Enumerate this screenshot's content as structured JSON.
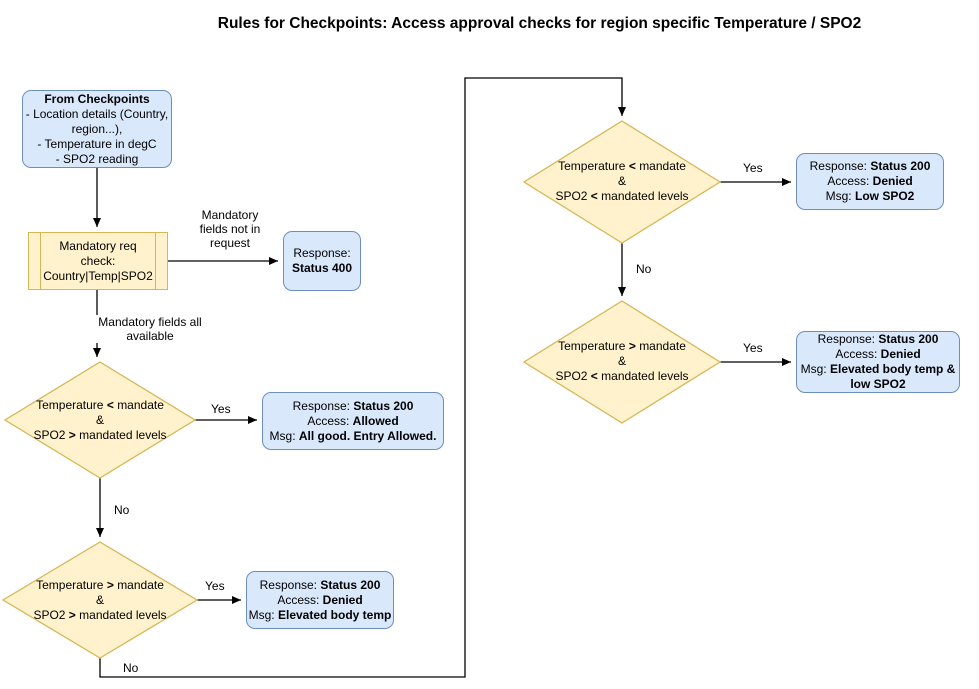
{
  "title": "Rules for Checkpoints:  Access approval checks for region specific Temperature / SPO2",
  "colors": {
    "blue_fill": "#dae8fc",
    "blue_border": "#6c8ebf",
    "yellow_fill": "#fff2cc",
    "yellow_border": "#d6b656",
    "line": "#000000",
    "text": "#000000"
  },
  "nodes": {
    "start": {
      "heading": "From Checkpoints",
      "line1": "- Location details (Country,",
      "line2": "region...),",
      "line3": "- Temperature in degC",
      "line4": "- SPO2 reading"
    },
    "mandatory_check": {
      "line1": "Mandatory req",
      "line2": "check:",
      "line3": "Country|Temp|SPO2"
    },
    "resp_400": {
      "label": "Response:",
      "status": "Status 400"
    },
    "d1": {
      "p1": "Temperature",
      "op1": "<",
      "s1": "mandate",
      "amp": "&",
      "p2": "SPO2",
      "op2": ">",
      "s2": "mandated levels"
    },
    "d2": {
      "p1": "Temperature",
      "op1": ">",
      "s1": "mandate",
      "amp": "&",
      "p2": "SPO2",
      "op2": ">",
      "s2": "mandated levels"
    },
    "d3": {
      "p1": "Temperature",
      "op1": "<",
      "s1": "mandate",
      "amp": "&",
      "p2": "SPO2",
      "op2": "<",
      "s2": "mandated levels"
    },
    "d4": {
      "p1": "Temperature",
      "op1": ">",
      "s1": "mandate",
      "amp": "&",
      "p2": "SPO2",
      "op2": "<",
      "s2": "mandated levels"
    },
    "resp_allowed": {
      "resp_label": "Response:",
      "status": "Status 200",
      "access_label": "Access:",
      "access": "Allowed",
      "msg_label": "Msg:",
      "msg": "All good. Entry Allowed."
    },
    "resp_denied_temp": {
      "resp_label": "Response:",
      "status": "Status 200",
      "access_label": "Access:",
      "access": "Denied",
      "msg_label": "Msg:",
      "msg": "Elevated body temp"
    },
    "resp_denied_spo2": {
      "resp_label": "Response:",
      "status": "Status 200",
      "access_label": "Access:",
      "access": "Denied",
      "msg_label": "Msg:",
      "msg": "Low SPO2"
    },
    "resp_denied_both": {
      "resp_label": "Response:",
      "status": "Status 200",
      "access_label": "Access:",
      "access": "Denied",
      "msg_label": "Msg:",
      "msg": "Elevated body temp &",
      "msg2": "low SPO2"
    }
  },
  "edge_labels": {
    "mandatory_missing": "Mandatory fields not in request",
    "mandatory_available": "Mandatory fields all available",
    "yes": "Yes",
    "no": "No"
  }
}
